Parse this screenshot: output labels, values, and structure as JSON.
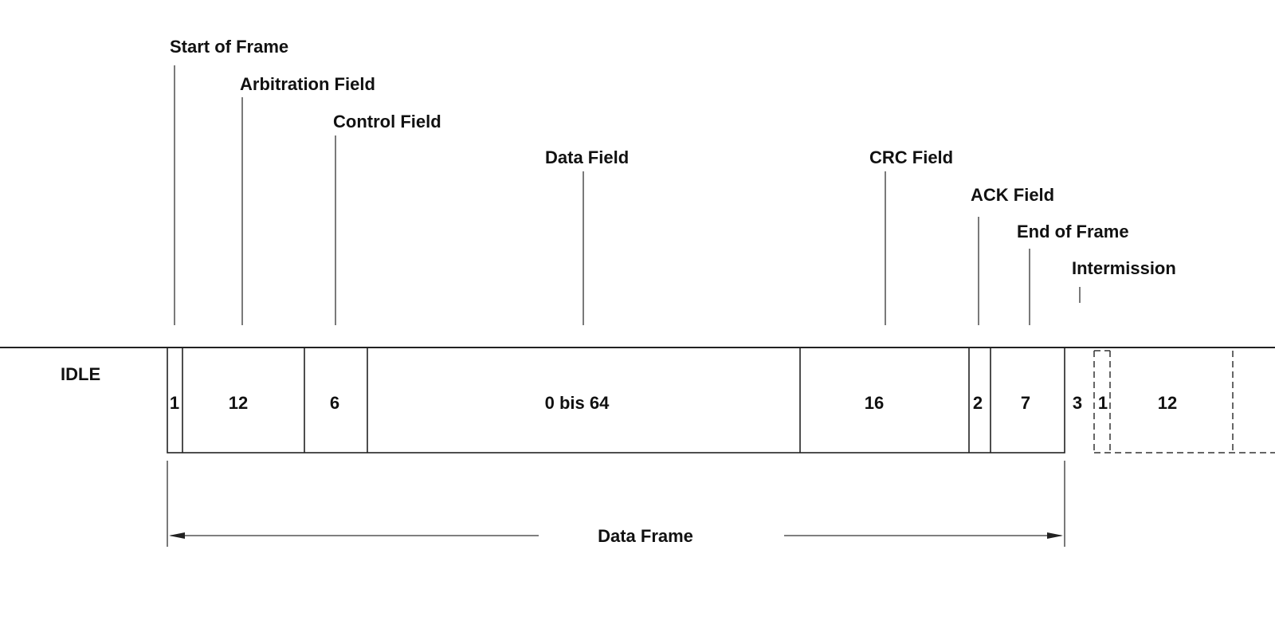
{
  "idle_label": "IDLE",
  "frame_label": "Data Frame",
  "field_labels": [
    "Start of Frame",
    "Arbitration Field",
    "Control Field",
    "Data Field",
    "CRC Field",
    "ACK Field",
    "End of Frame",
    "Intermission"
  ],
  "segments": [
    {
      "field": "Start of Frame",
      "bits": "1"
    },
    {
      "field": "Arbitration Field",
      "bits": "12"
    },
    {
      "field": "Control Field",
      "bits": "6"
    },
    {
      "field": "Data Field",
      "bits": "0 bis 64"
    },
    {
      "field": "CRC Field",
      "bits": "16"
    },
    {
      "field": "ACK Field",
      "bits": "2"
    },
    {
      "field": "End of Frame",
      "bits": "7"
    },
    {
      "field": "Intermission",
      "bits": "3"
    }
  ],
  "next_frame_segments": [
    "1",
    "12"
  ]
}
